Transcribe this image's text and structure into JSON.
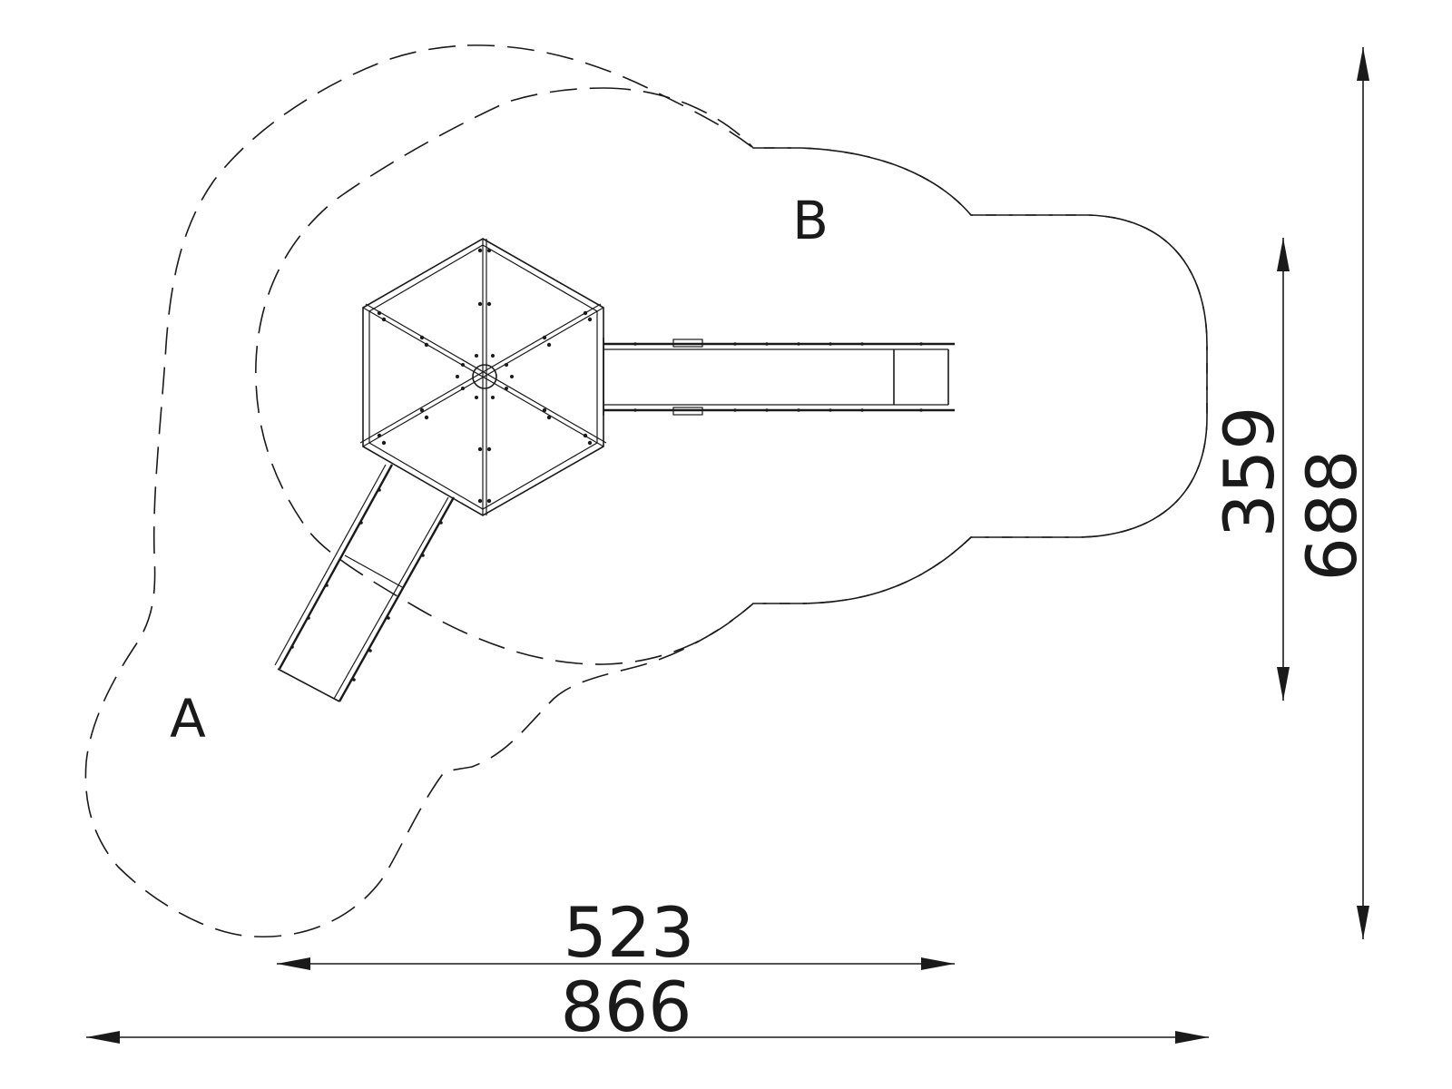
{
  "zones": {
    "a": "A",
    "b": "B"
  },
  "dimensions": {
    "structure_width": "523",
    "total_width": "866",
    "structure_depth": "359",
    "total_depth": "688"
  }
}
